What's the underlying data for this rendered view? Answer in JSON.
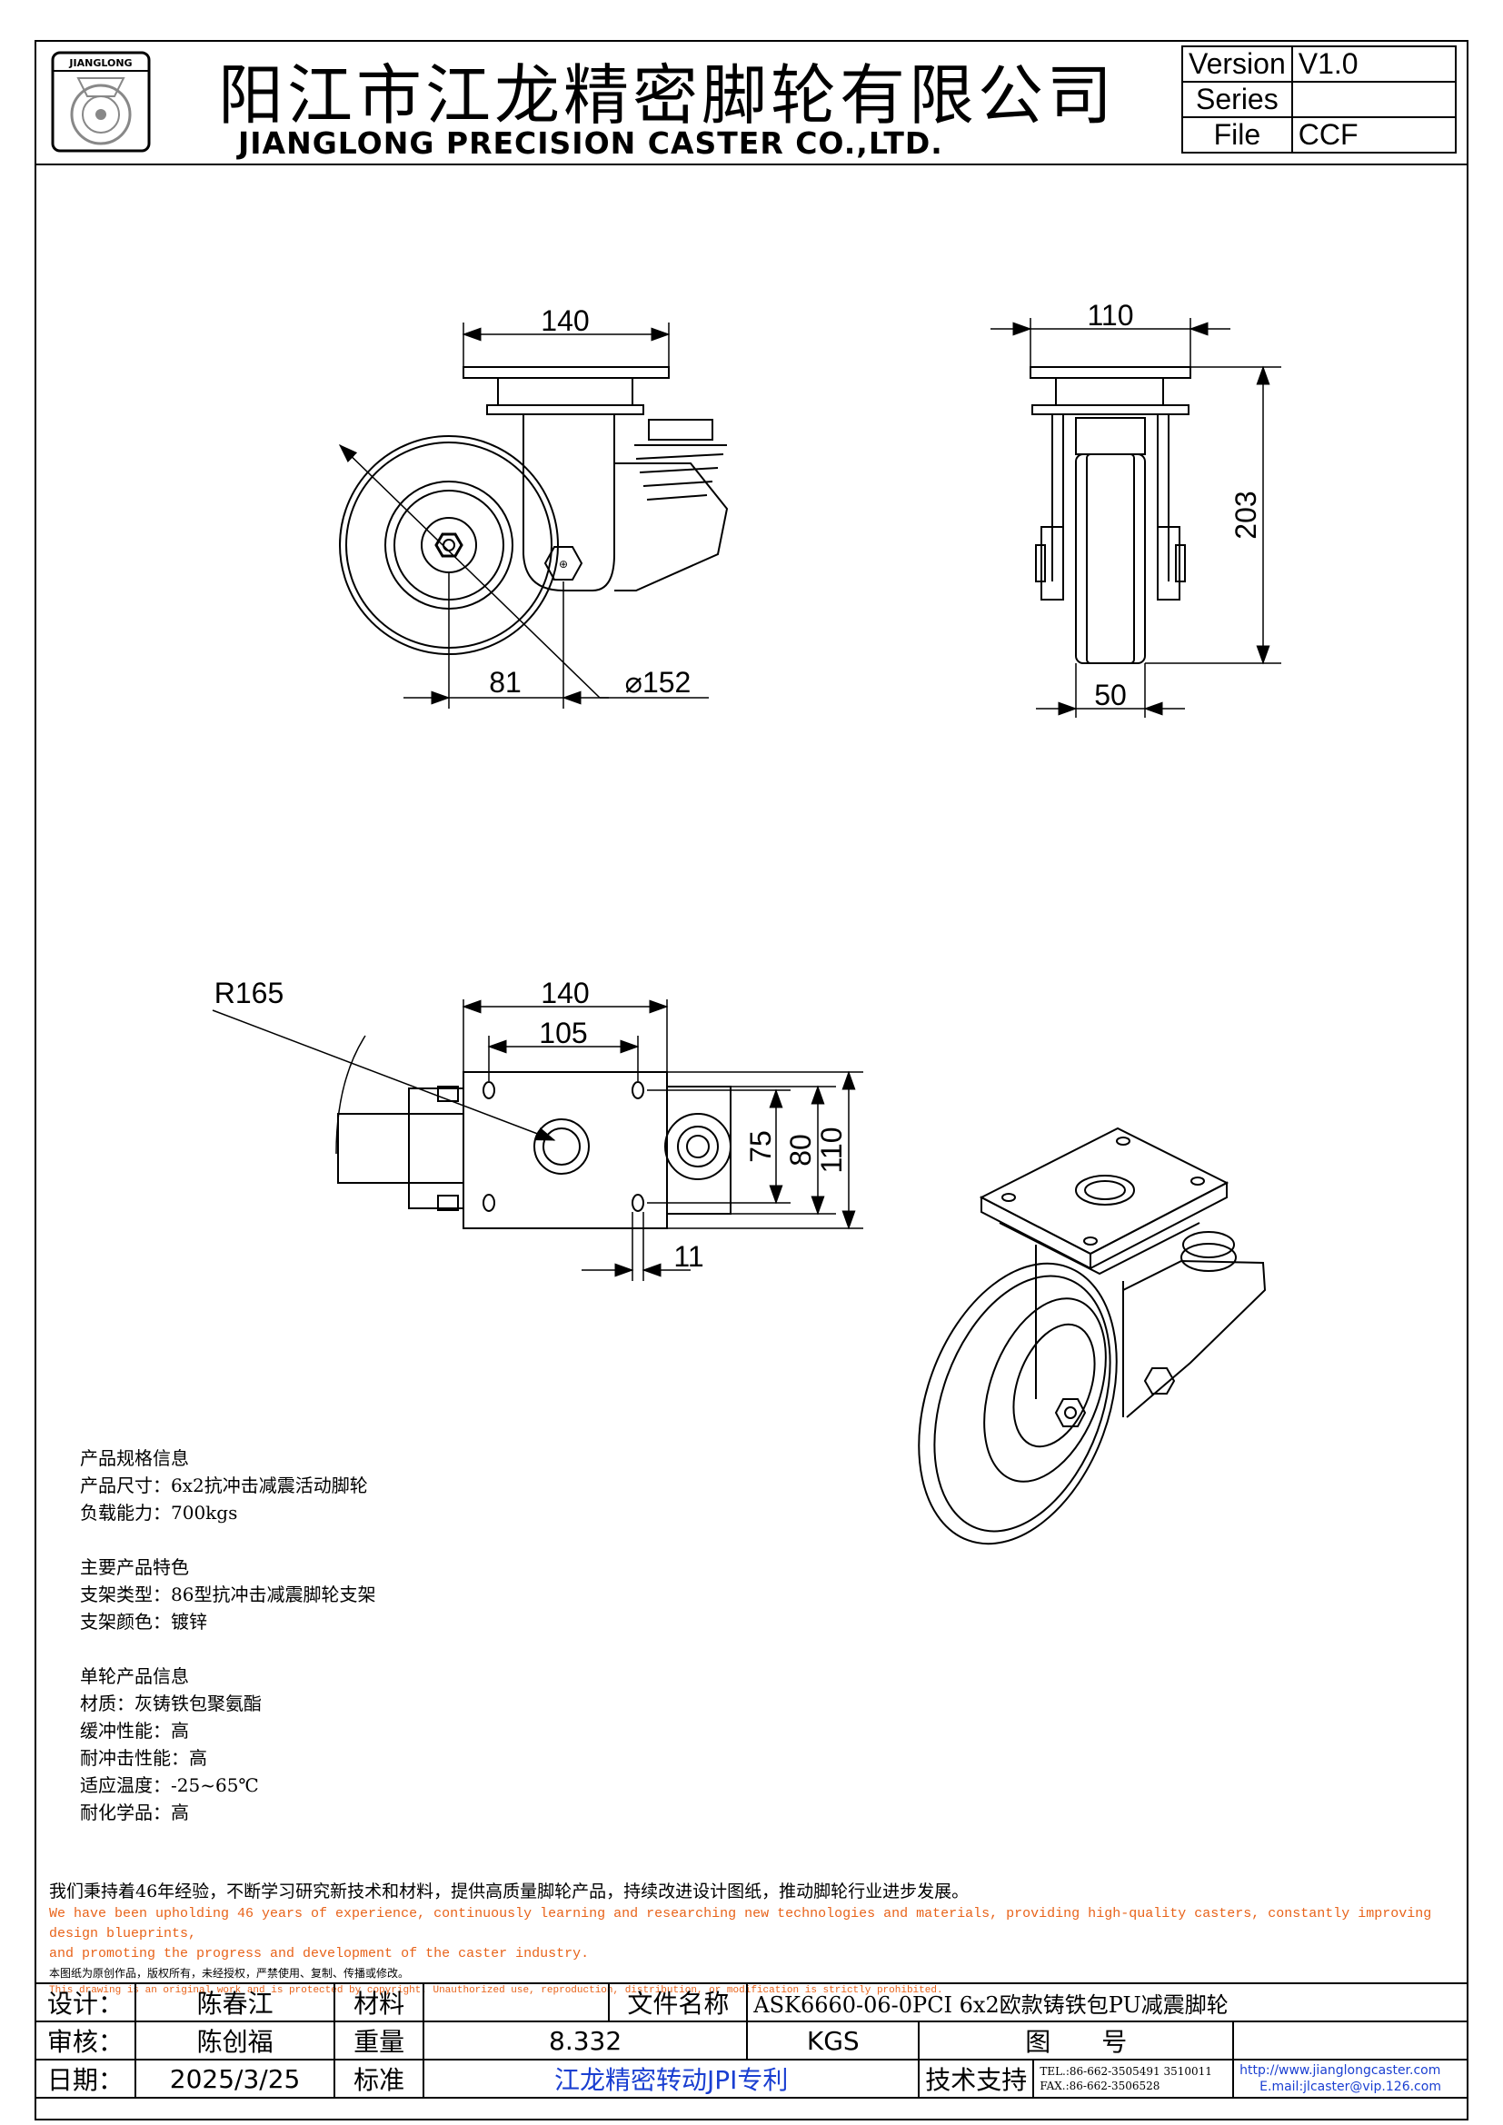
{
  "header": {
    "cn_title": "阳江市江龙精密脚轮有限公司",
    "en_title": "JIANGLONG PRECISION CASTER CO.,LTD.",
    "logo_text": "JIANGLONG",
    "version_label": "Version",
    "version_value": "V1.0",
    "series_label": "Series",
    "series_value": "",
    "file_label": "File",
    "file_value": "CCF"
  },
  "dimensions": {
    "side_width": "140",
    "side_offset": "81",
    "wheel_diameter": "⌀152",
    "front_width": "110",
    "front_height": "203",
    "wheel_width": "50",
    "swivel_radius": "R165",
    "plate_width": "140",
    "bolt_spacing_x": "105",
    "bolt_spacing_y": "75",
    "plate_inner": "80",
    "plate_depth": "110",
    "bolt_hole": "11"
  },
  "specs": {
    "s1_title": "产品规格信息",
    "s1_size": "产品尺寸：6x2抗冲击减震活动脚轮",
    "s1_load": "负载能力：700kgs",
    "s2_title": "主要产品特色",
    "s2_type": "支架类型：86型抗冲击减震脚轮支架",
    "s2_color": "支架颜色：镀锌",
    "s3_title": "单轮产品信息",
    "s3_material": "材质：灰铸铁包聚氨酯",
    "s3_buffer": "缓冲性能：高",
    "s3_impact": "耐冲击性能：高",
    "s3_temp": "适应温度：-25~65℃",
    "s3_chem": "耐化学品：高"
  },
  "notes": {
    "cn1": "我们秉持着46年经验，不断学习研究新技术和材料，提供高质量脚轮产品，持续改进设计图纸，推动脚轮行业进步发展。",
    "en1a": "We have been upholding 46 years of experience, continuously learning and researching new technologies and materials, providing high-quality casters, constantly improving design blueprints,",
    "en1b": "and promoting the progress and development of the caster industry.",
    "cn2": "本图纸为原创作品，版权所有，未经授权，严禁使用、复制、传播或修改。",
    "en2": "This drawing is an original work and is protected by copyright. Unauthorized use, reproduction, distribution, or modification is strictly prohibited."
  },
  "title_block": {
    "design_label": "设计：",
    "design_value": "陈春江",
    "material_label": "材料",
    "material_value": "",
    "filename_label": "文件名称",
    "filename_value": "ASK6660-06-0PCI 6x2欧款铸铁包PU减震脚轮",
    "review_label": "审核：",
    "review_value": "陈创福",
    "weight_label": "重量",
    "weight_value": "8.332",
    "weight_unit": "KGS",
    "drawing_label": "图　　号",
    "drawing_value": "",
    "date_label": "日期：",
    "date_value": "2025/3/25",
    "standard_label": "标准",
    "standard_value": "江龙精密转动JPI专利",
    "support_label": "技术支持",
    "tel": "TEL.:86-662-3505491 3510011",
    "fax": "FAX.:86-662-3506528",
    "url": "http://www.jianglongcaster.com",
    "email": "E.mail:jlcaster@vip.126.com"
  }
}
